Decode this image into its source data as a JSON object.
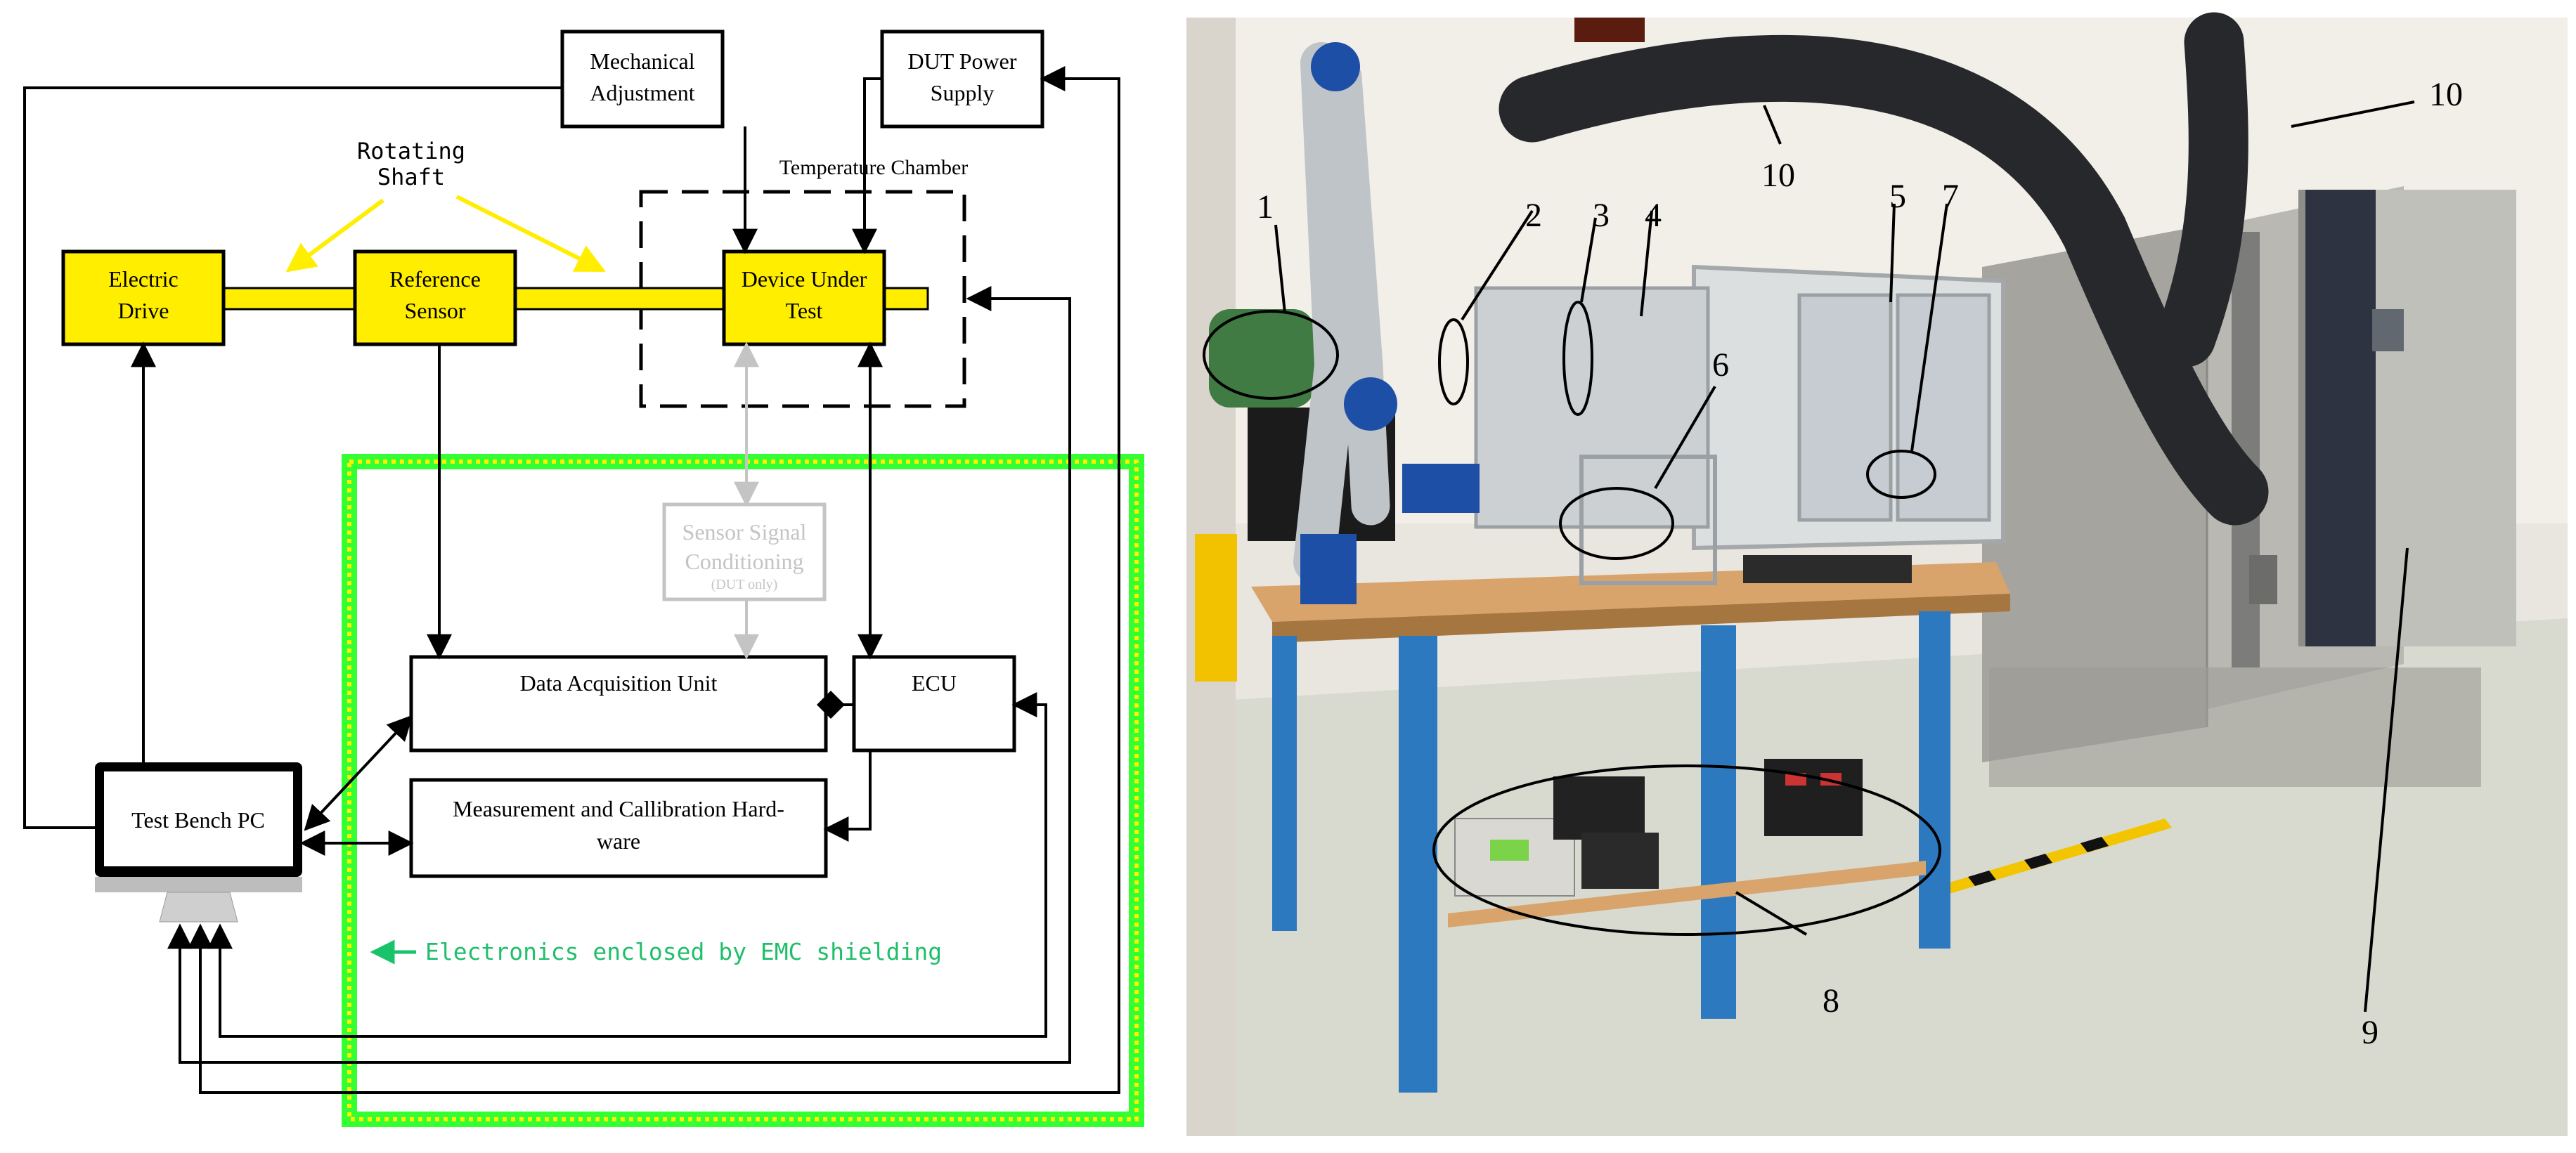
{
  "diagram": {
    "boxes": {
      "mech_adjust": {
        "line1": "Mechanical",
        "line2": "Adjustment"
      },
      "dut_power": {
        "line1": "DUT Power",
        "line2": "Supply"
      },
      "electric_drive": {
        "line1": "Electric",
        "line2": "Drive"
      },
      "reference_sensor": {
        "line1": "Reference",
        "line2": "Sensor"
      },
      "dut": {
        "line1": "Device Under",
        "line2": "Test"
      },
      "signal_cond": {
        "line1": "Sensor Signal",
        "line2": "Conditioning",
        "line3": "(DUT only)"
      },
      "daq": {
        "line1": "Data Acquisition Unit"
      },
      "ecu": {
        "line1": "ECU"
      },
      "mch": {
        "line1": "Measurement and Callibration Hard-",
        "line2": "ware"
      },
      "pc": {
        "line1": "Test Bench PC"
      }
    },
    "labels": {
      "rotating_line1": "Rotating",
      "rotating_line2": "Shaft",
      "temp_chamber": "Temperature Chamber",
      "emc_note": "Electronics enclosed by EMC shielding"
    },
    "colors": {
      "yellow": "#ffee00",
      "green": "#33ff33",
      "emc_text": "#1fbf6a",
      "grey": "#c4c4c4"
    }
  },
  "photo": {
    "callouts": [
      "1",
      "2",
      "3",
      "4",
      "5",
      "6",
      "7",
      "8",
      "9",
      "10",
      "10"
    ]
  }
}
